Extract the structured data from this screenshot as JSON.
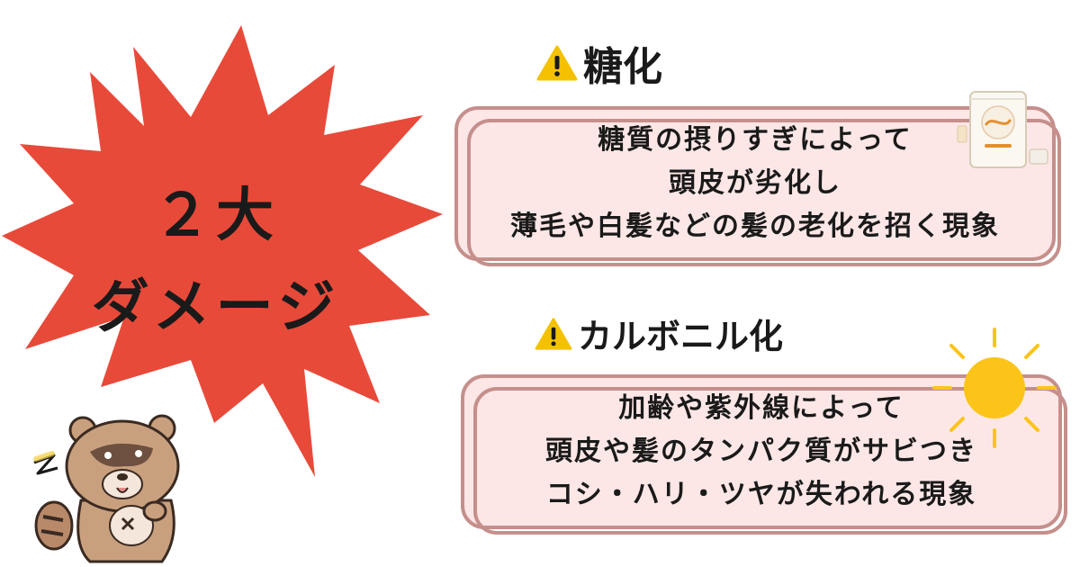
{
  "burst": {
    "line1": "２大",
    "line2": "ダメージ",
    "color": "#e84a3a"
  },
  "sections": [
    {
      "heading": "糖化",
      "lines": [
        "糖質の摂りすぎによって",
        "頭皮が劣化し",
        "薄毛や白髪などの髪の老化を招く現象"
      ]
    },
    {
      "heading": "カルボニル化",
      "lines": [
        "加齢や紫外線によって",
        "頭皮や髪のタンパク質がサビつき",
        "コシ・ハリ・ツヤが失われる現象"
      ]
    }
  ],
  "icons": {
    "warning": "warning-icon",
    "sugar": "sugar-bag-icon",
    "sun": "sun-icon",
    "mascot": "tanuki-mascot"
  },
  "colors": {
    "card_fill": "#fde7e6",
    "card_border": "#c58f8b",
    "warning_yellow": "#f4c100",
    "sun_yellow": "#fcc419"
  }
}
